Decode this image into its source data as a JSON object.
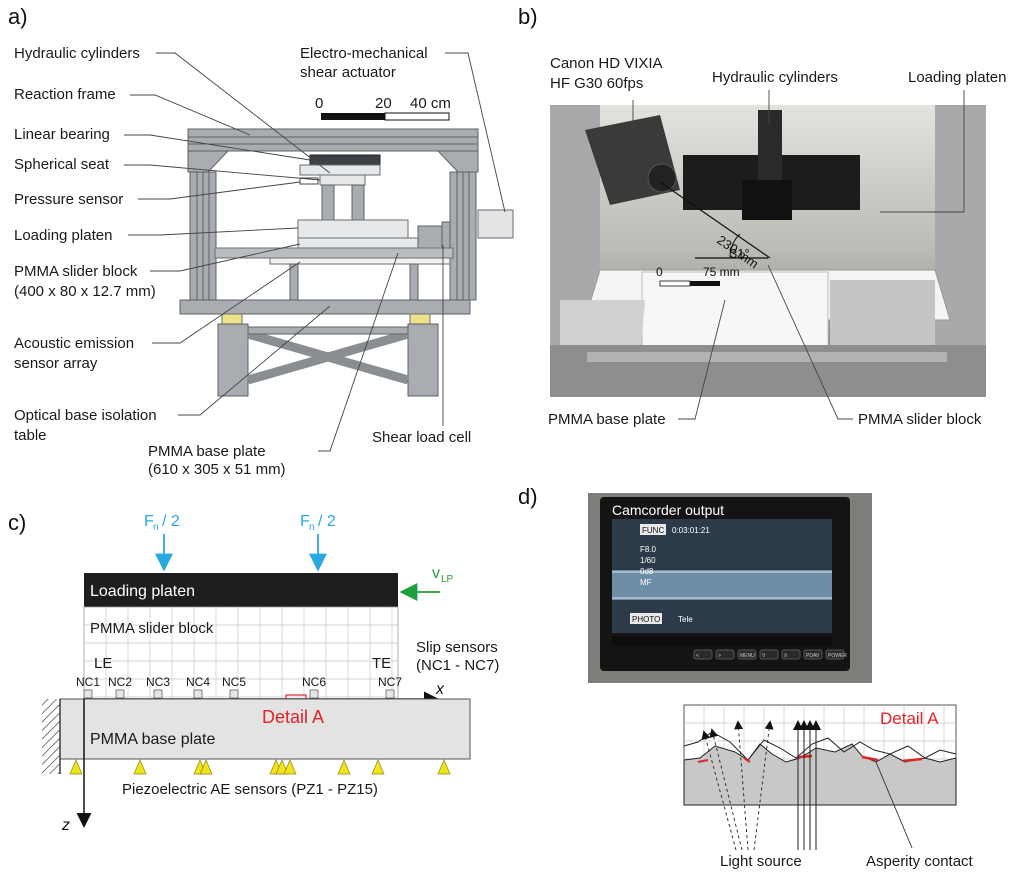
{
  "panels": {
    "a": "a)",
    "b": "b)",
    "c": "c)",
    "d": "d)"
  },
  "panel_a": {
    "labels": {
      "hydraulic_cylinders": "Hydraulic cylinders",
      "reaction_frame": "Reaction frame",
      "linear_bearing": "Linear bearing",
      "spherical_seat": "Spherical seat",
      "pressure_sensor": "Pressure sensor",
      "loading_platen": "Loading platen",
      "pmma_slider_1": "PMMA slider block",
      "pmma_slider_2": "(400 x 80 x 12.7 mm)",
      "ae_array_1": "Acoustic emission",
      "ae_array_2": "sensor array",
      "isolation_1": "Optical base isolation",
      "isolation_2": "table",
      "base_plate_1": "PMMA base plate",
      "base_plate_2": "(610 x 305 x 51 mm)",
      "shear_load_cell": "Shear load cell",
      "shear_actuator_1": "Electro-mechanical",
      "shear_actuator_2": "shear actuator"
    },
    "scale": {
      "zero": "0",
      "mid": "20",
      "end": "40 cm"
    }
  },
  "panel_b": {
    "labels": {
      "camera_1": "Canon HD VIXIA",
      "camera_2": "HF G30 60fps",
      "hydraulic_cylinders": "Hydraulic cylinders",
      "loading_platen": "Loading platen",
      "distance": "230 mm",
      "angle": "31°",
      "scale_zero": "0",
      "scale_end": "75 mm",
      "base_plate": "PMMA base plate",
      "slider_block": "PMMA slider block"
    }
  },
  "panel_c": {
    "force_1": "F",
    "force_1_sub": "n",
    "force_1_tail": "/ 2",
    "force_2": "F",
    "force_2_sub": "n",
    "force_2_tail": "/ 2",
    "velocity": "v",
    "velocity_sub": "LP",
    "loading_platen": "Loading platen",
    "slider_block": "PMMA slider block",
    "slip_sensors_1": "Slip sensors",
    "slip_sensors_2": "(NC1 - NC7)",
    "le": "LE",
    "te": "TE",
    "nc": [
      "NC1",
      "NC2",
      "NC3",
      "NC4",
      "NC5",
      "NC6",
      "NC7"
    ],
    "detail": "Detail A",
    "x_axis": "x",
    "z_axis": "z",
    "base_plate": "PMMA base plate",
    "ae_sensors": "Piezoelectric AE sensors (PZ1 - PZ15)"
  },
  "panel_d": {
    "monitor_title": "Camcorder output",
    "osd": {
      "func": "FUNC",
      "time": "0:03:01:21",
      "fstop": "F8.0",
      "shutter": "1/60",
      "gain": "0d8",
      "mf": "MF",
      "photo": "PHOTO",
      "tele": "Tele"
    },
    "buttons": [
      "<",
      ">",
      "MENU",
      "V",
      "Λ",
      "PDAV",
      "POWER"
    ],
    "detail": "Detail A",
    "light_source": "Light source",
    "asperity_contact": "Asperity contact"
  },
  "colors": {
    "blue": "#29a8e0",
    "green": "#1f9e3a",
    "red": "#e0242a",
    "yellow": "#f2e21c",
    "frame": "#a9adb2",
    "black": "#1e1e1e"
  }
}
